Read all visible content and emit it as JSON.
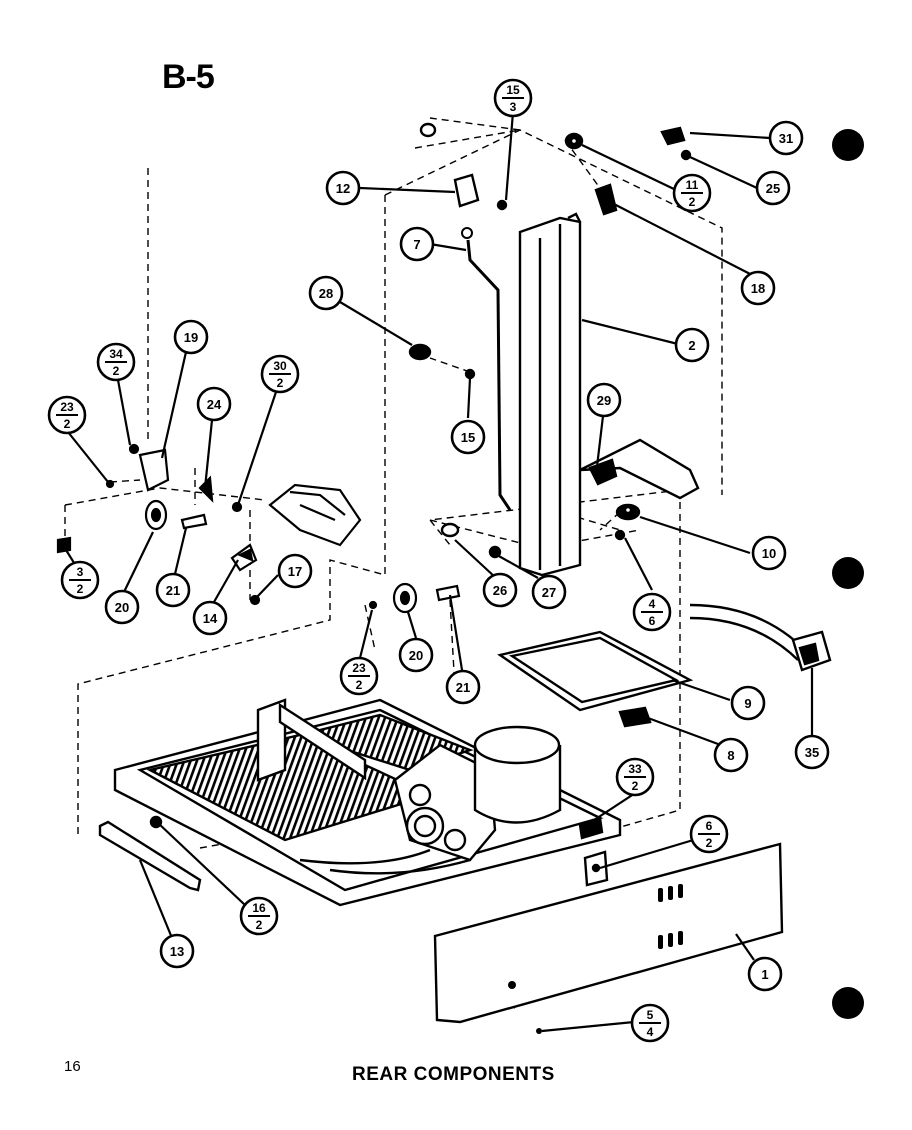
{
  "header": {
    "section_code": "B-5"
  },
  "footer": {
    "page_number": "16",
    "title": "REAR COMPONENTS"
  },
  "callouts": [
    {
      "id": "15/3",
      "label": "15",
      "qty": "3"
    },
    {
      "id": "31",
      "label": "31"
    },
    {
      "id": "12",
      "label": "12"
    },
    {
      "id": "11/2",
      "label": "11",
      "qty": "2"
    },
    {
      "id": "25",
      "label": "25"
    },
    {
      "id": "7",
      "label": "7"
    },
    {
      "id": "18",
      "label": "18"
    },
    {
      "id": "28",
      "label": "28"
    },
    {
      "id": "2",
      "label": "2"
    },
    {
      "id": "19",
      "label": "19"
    },
    {
      "id": "34/2",
      "label": "34",
      "qty": "2"
    },
    {
      "id": "30/2",
      "label": "30",
      "qty": "2"
    },
    {
      "id": "24",
      "label": "24"
    },
    {
      "id": "29",
      "label": "29"
    },
    {
      "id": "23/2-left",
      "label": "23",
      "qty": "2"
    },
    {
      "id": "15",
      "label": "15"
    },
    {
      "id": "10",
      "label": "10"
    },
    {
      "id": "3/2",
      "label": "3",
      "qty": "2"
    },
    {
      "id": "17",
      "label": "17"
    },
    {
      "id": "26",
      "label": "26"
    },
    {
      "id": "27",
      "label": "27"
    },
    {
      "id": "4/6",
      "label": "4",
      "qty": "6"
    },
    {
      "id": "20-left",
      "label": "20"
    },
    {
      "id": "21-left",
      "label": "21"
    },
    {
      "id": "14",
      "label": "14"
    },
    {
      "id": "20-center",
      "label": "20"
    },
    {
      "id": "23/2-center",
      "label": "23",
      "qty": "2"
    },
    {
      "id": "21-center",
      "label": "21"
    },
    {
      "id": "9",
      "label": "9"
    },
    {
      "id": "35",
      "label": "35"
    },
    {
      "id": "8",
      "label": "8"
    },
    {
      "id": "33/2",
      "label": "33",
      "qty": "2"
    },
    {
      "id": "6/2",
      "label": "6",
      "qty": "2"
    },
    {
      "id": "16/2",
      "label": "16",
      "qty": "2"
    },
    {
      "id": "13",
      "label": "13"
    },
    {
      "id": "1",
      "label": "1"
    },
    {
      "id": "5/4",
      "label": "5",
      "qty": "4"
    }
  ]
}
